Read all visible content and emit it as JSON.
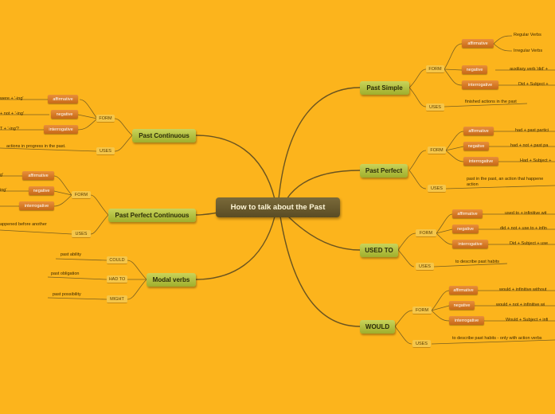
{
  "central": "How to talk about the Past",
  "past_simple": {
    "title": "Past Simple",
    "form": "FORM",
    "uses": "USES",
    "affirmative": "affirmative",
    "regular": "Regular Verbs",
    "irregular": "Irregular Verbs",
    "negative": "negative",
    "negative_text": "auxiliary verb 'did' +",
    "interrogative": "interrogative",
    "interrogative_text": "Did + Subject +",
    "uses_text": "finished actions in the past"
  },
  "past_perfect": {
    "title": "Past Perfect",
    "form": "FORM",
    "uses": "USES",
    "affirmative": "affirmative",
    "affirmative_text": "had + past partici",
    "negative": "negative",
    "negative_text": "had + not + past pa",
    "interrogative": "interrogative",
    "interrogative_text": "Had + Subject +",
    "uses_text_1": "past in the past, an action that happene",
    "uses_text_2": "action"
  },
  "used_to": {
    "title": "USED TO",
    "form": "FORM",
    "uses": "USES",
    "affirmative": "affirmative",
    "affirmative_text": "used to + infinitive wit",
    "negative": "negative",
    "negative_text": "did + not + use to + infin",
    "interrogative": "interrogative",
    "interrogative_text": "Did + Subject + use",
    "uses_text": "to describe past habits"
  },
  "would": {
    "title": "WOULD",
    "form": "FORM",
    "uses": "USES",
    "affirmative": "affirmative",
    "affirmative_text": "would + infinitive without",
    "negative": "negative",
    "negative_text": "would + not + infinitive wi",
    "interrogative": "interrogative",
    "interrogative_text": "Would + Subject + infi",
    "uses_text": "to describe past habits - only with action verbs"
  },
  "past_continuous": {
    "title": "Past Continuous",
    "form": "FORM",
    "uses": "USES",
    "affirmative": "affirmative",
    "affirmative_text": "were + '-ing'",
    "negative": "negative",
    "negative_text": "+ not + '-ing'",
    "interrogative": "interrogative",
    "interrogative_text": "T + '-ing'?",
    "uses_text": "actions in progress in the past."
  },
  "past_perfect_continuous": {
    "title": "Past Perfect Continuous",
    "form": "FORM",
    "uses": "USES",
    "affirmative": "affirmative",
    "affirmative_text": "g'",
    "negative": "negative",
    "negative_text": "ing'",
    "interrogative": "interrogative",
    "uses_text": "appened before another"
  },
  "modal_verbs": {
    "title": "Modal verbs",
    "could": "COULD",
    "could_text": "past ability",
    "had_to": "HAD TO",
    "had_to_text": "past obligation",
    "might": "MIGHT",
    "might_text": "past possibility"
  },
  "colors": {
    "background": "#fcb41c",
    "central": "#6b5c2e",
    "main_topic": "#b4c240",
    "tag": "#d97a24",
    "line": "#5a4a1e"
  }
}
